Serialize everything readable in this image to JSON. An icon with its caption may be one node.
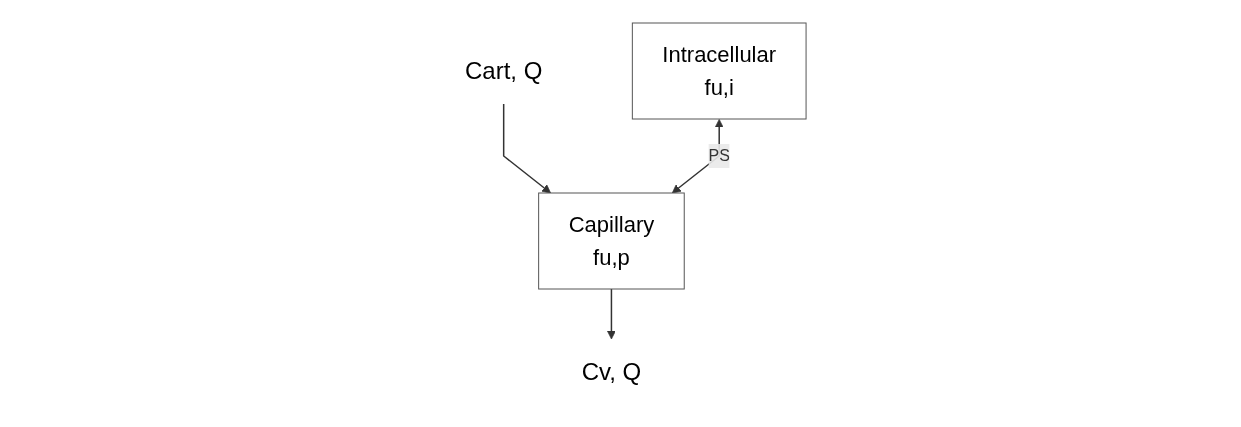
{
  "diagram": {
    "nodes": [
      {
        "text": [
          "Cart, Q"
        ]
      },
      {
        "text": [
          "Intracellular",
          "fu,i"
        ]
      },
      {
        "text": [
          "Capillary",
          "fu,p"
        ]
      },
      {
        "text": [
          "Cv, Q"
        ]
      }
    ],
    "edges": [
      {
        "from": 0,
        "to": 2,
        "arrow": "to"
      },
      {
        "from": 1,
        "to": 2,
        "arrow": "both",
        "label": "PS"
      },
      {
        "from": 2,
        "to": 3,
        "arrow": "to"
      }
    ]
  }
}
